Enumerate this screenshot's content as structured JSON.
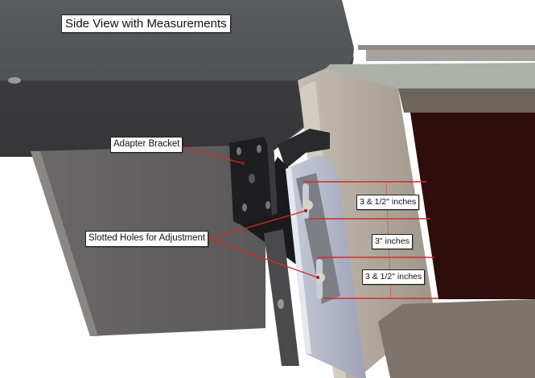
{
  "diagram": {
    "title": "Side View with Measurements",
    "callouts": [
      {
        "id": "adapter-bracket",
        "label": "Adapter Bracket"
      },
      {
        "id": "slotted-holes",
        "label": "Slotted Holes for Adjustment"
      }
    ],
    "measurements": [
      {
        "id": "upper-slot-span",
        "label": "3 & 1/2\" inches",
        "value": 3.5,
        "unit": "inches"
      },
      {
        "id": "gap-between-slots",
        "label": "3\" inches",
        "value": 3,
        "unit": "inches"
      },
      {
        "id": "lower-slot-span",
        "label": "3 & 1/2\" inches",
        "value": 3.5,
        "unit": "inches"
      }
    ],
    "colors": {
      "leader_line": "#d42a2a",
      "housing_dark": "#4b4c50",
      "bracket_black": "#1c1c1e",
      "mount_plate": "#a9adc0",
      "frame_tan": "#b5aca1",
      "panel_maroon": "#2e0d0c",
      "base_taupe": "#7d756d"
    }
  }
}
